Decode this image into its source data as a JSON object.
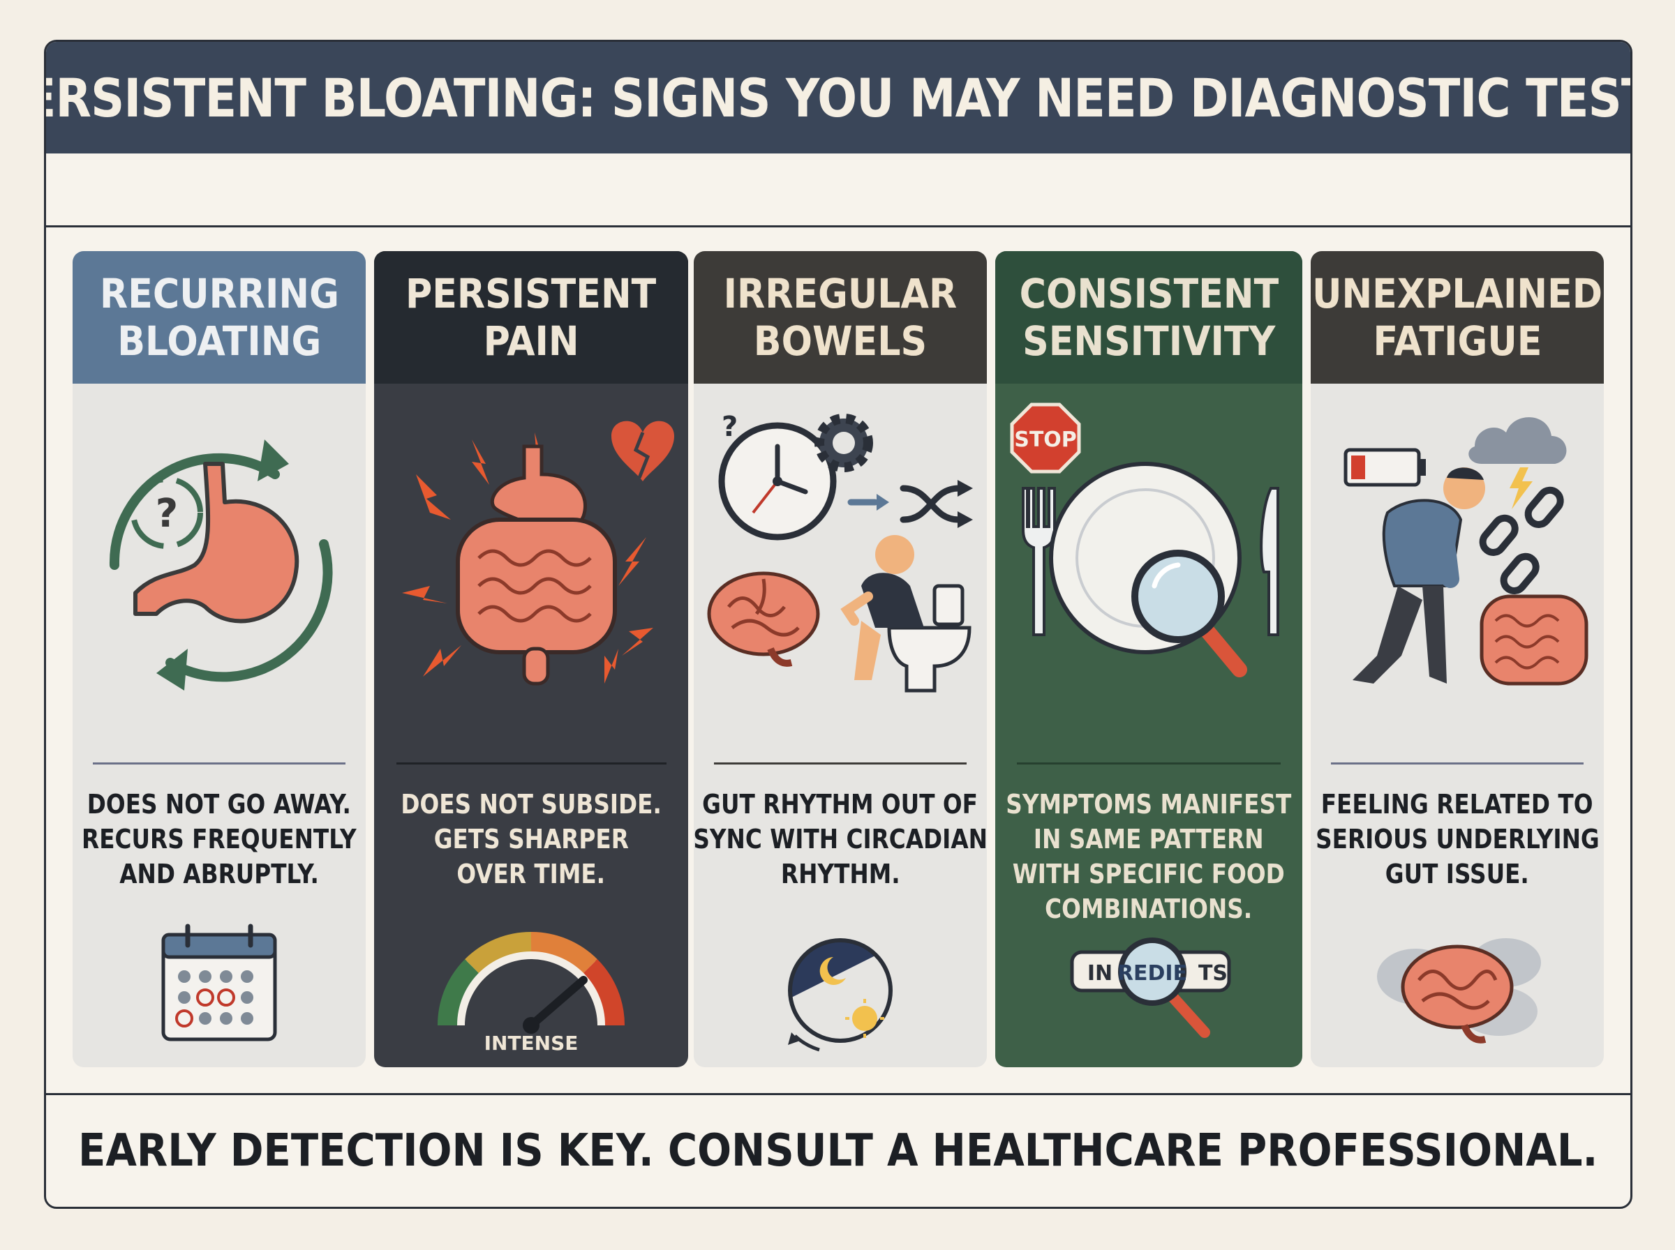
{
  "title": "PERSISTENT BLOATING: SIGNS YOU MAY NEED DIAGNOSTIC TESTS",
  "footer": "EARLY DETECTION IS KEY. CONSULT A HEALTHCARE PROFESSIONAL.",
  "colors": {
    "header_bg": "#3a4659",
    "panel1_header": "#5c7896",
    "panel2_header": "#252a30",
    "panel3_header": "#3d3b38",
    "panel4_header": "#2e4f3c",
    "panel5_header": "#3d3b38",
    "organ": "#e8846c",
    "accent_green": "#3f6b52"
  },
  "panels": [
    {
      "heading": [
        "RECURRING",
        "BLOATING"
      ],
      "desc": [
        "DOES NOT GO AWAY.",
        "RECURS FREQUENTLY",
        "AND ABRUPTLY."
      ],
      "icons": [
        "cycle-arrows-icon",
        "stomach-icon",
        "question-mark-icon",
        "calendar-icon"
      ]
    },
    {
      "heading": [
        "PERSISTENT",
        "PAIN"
      ],
      "desc": [
        "DOES NOT SUBSIDE.",
        "GETS SHARPER",
        "OVER TIME."
      ],
      "icons": [
        "broken-heart-icon",
        "digestive-system-icon",
        "pain-burst-icon",
        "intensity-gauge-icon"
      ],
      "gauge_label": "INTENSE"
    },
    {
      "heading": [
        "IRREGULAR",
        "BOWELS"
      ],
      "desc": [
        "GUT RHYTHM OUT OF",
        "SYNC WITH CIRCADIAN",
        "RHYTHM."
      ],
      "icons": [
        "clock-icon",
        "gear-icon",
        "shuffle-icon",
        "brain-icon",
        "toilet-person-icon",
        "day-night-cycle-icon"
      ],
      "question_mark": "?"
    },
    {
      "heading": [
        "CONSISTENT",
        "SENSITIVITY"
      ],
      "desc": [
        "SYMPTOMS MANIFEST",
        "IN SAME PATTERN",
        "WITH SPECIFIC FOOD",
        "COMBINATIONS."
      ],
      "icons": [
        "stop-sign-icon",
        "fork-icon",
        "plate-icon",
        "knife-icon",
        "magnifier-icon"
      ],
      "stop_label": "STOP",
      "label_left": "IN",
      "label_mid": "REDIE",
      "label_right": "TS"
    },
    {
      "heading": [
        "UNEXPLAINED",
        "FATIGUE"
      ],
      "desc": [
        "FEELING RELATED TO",
        "SERIOUS UNDERLYING",
        "GUT ISSUE."
      ],
      "icons": [
        "low-battery-icon",
        "storm-cloud-icon",
        "tired-person-icon",
        "broken-chain-icon",
        "intestine-icon",
        "foggy-brain-icon"
      ]
    }
  ]
}
